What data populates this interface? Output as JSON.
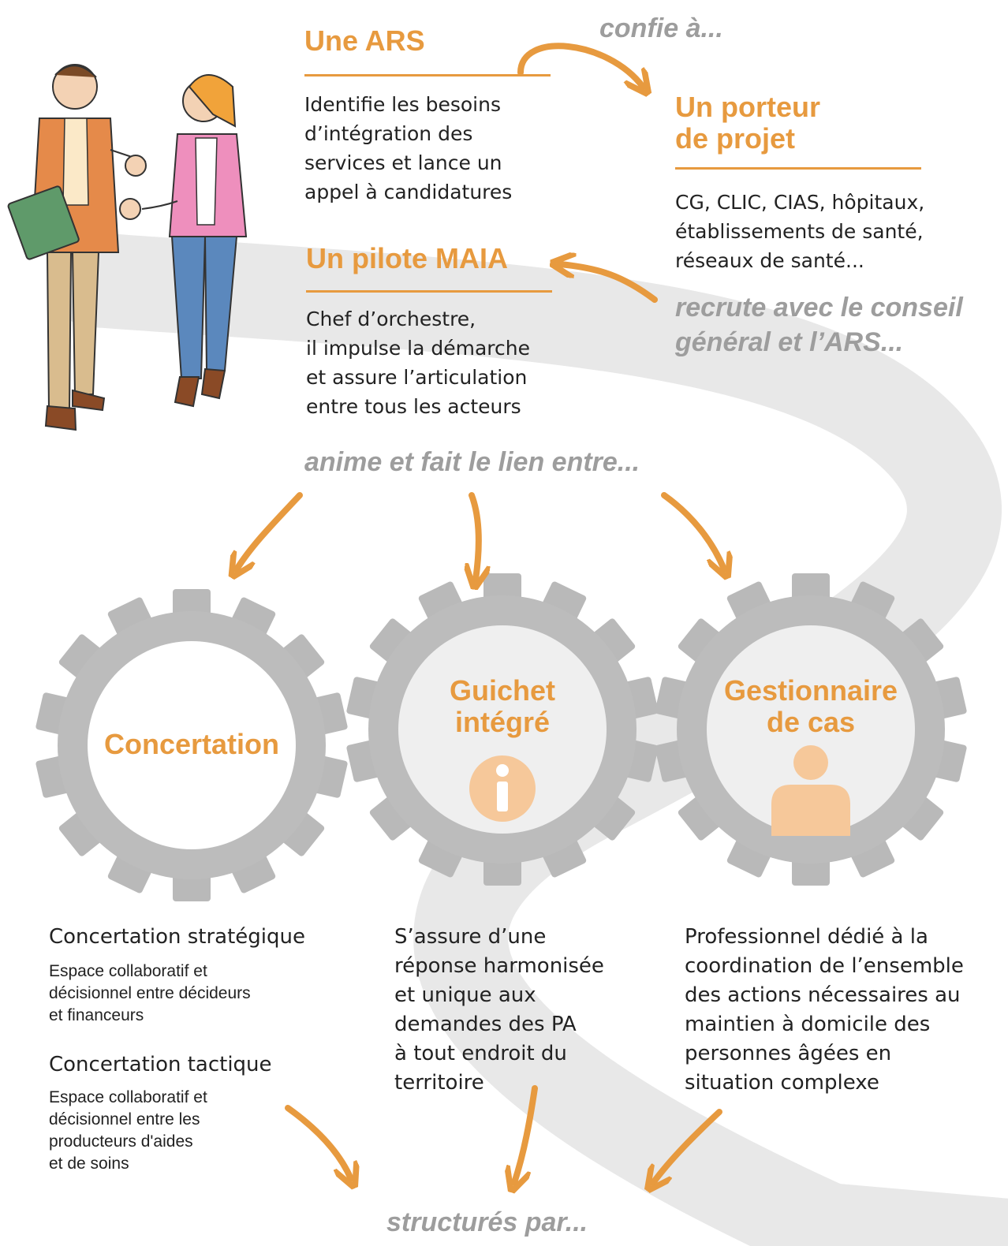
{
  "colors": {
    "accent": "#e79a3f",
    "gear": "#b9b9b9",
    "road": "#e6e6e6",
    "connector_text": "#9d9d9d"
  },
  "ars": {
    "title": "Une ARS",
    "text": "Identifie les besoins\nd’intégration des\nservices et lance un\nappel à candidatures"
  },
  "confie": "confie à...",
  "porteur": {
    "title": "Un porteur\nde projet",
    "text": "CG, CLIC, CIAS, hôpitaux,\nétablissements de santé,\nréseaux de santé..."
  },
  "recrute": "recrute avec le conseil\ngénéral et l’ARS...",
  "pilote": {
    "title": "Un pilote MAIA",
    "text": "Chef d’orchestre,\nil impulse la démarche\net assure l’articulation\nentre tous les acteurs"
  },
  "anime": "anime et fait le lien entre...",
  "gears": [
    {
      "label": "Concertation",
      "icon": "none"
    },
    {
      "label": "Guichet\nintégré",
      "icon": "info-icon"
    },
    {
      "label": "Gestionnaire\nde cas",
      "icon": "person-icon"
    }
  ],
  "concertation": {
    "strategique_title": "Concertation stratégique",
    "strategique_text": "Espace collaboratif et\ndécisionnel entre décideurs\net financeurs",
    "tactique_title": "Concertation tactique",
    "tactique_text": "Espace collaboratif et\ndécisionnel entre les\nproducteurs d'aides\net de soins"
  },
  "guichet_text": "S’assure d’une\nréponse harmonisée\net unique aux\ndemandes des PA\nà tout endroit du\nterritoire",
  "gestionnaire_text": "Professionnel dédié à la\ncoordination de l’ensemble\ndes actions nécessaires au\nmaintien à domicile des\npersonnes âgées en\nsituation complexe",
  "structures": "structurés par..."
}
